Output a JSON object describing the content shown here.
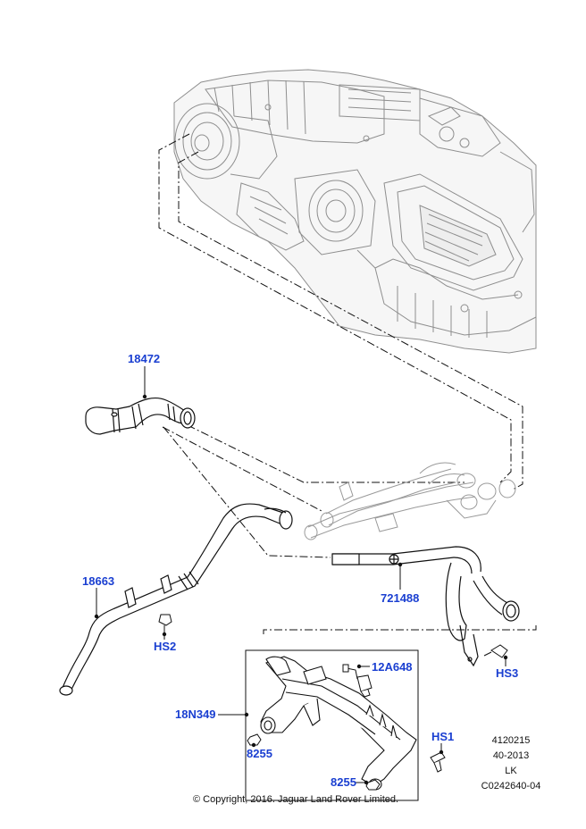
{
  "diagram": {
    "callouts": {
      "c18472": "18472",
      "c18663": "18663",
      "hs2": "HS2",
      "c721488": "721488",
      "hs3": "HS3",
      "c12a648": "12A648",
      "c18n349": "18N349",
      "c8255_left": "8255",
      "hs1": "HS1",
      "c8255_bottom": "8255"
    },
    "reference": {
      "line1": "4120215",
      "line2": "40-2013",
      "line3": "LK",
      "line4": "C0242640-04"
    },
    "copyright": "© Copyright, 2016. Jaguar Land Rover Limited.",
    "colors": {
      "callout": "#1a3fd1",
      "line": "#111111",
      "ghost": "#9a9a9a"
    }
  }
}
